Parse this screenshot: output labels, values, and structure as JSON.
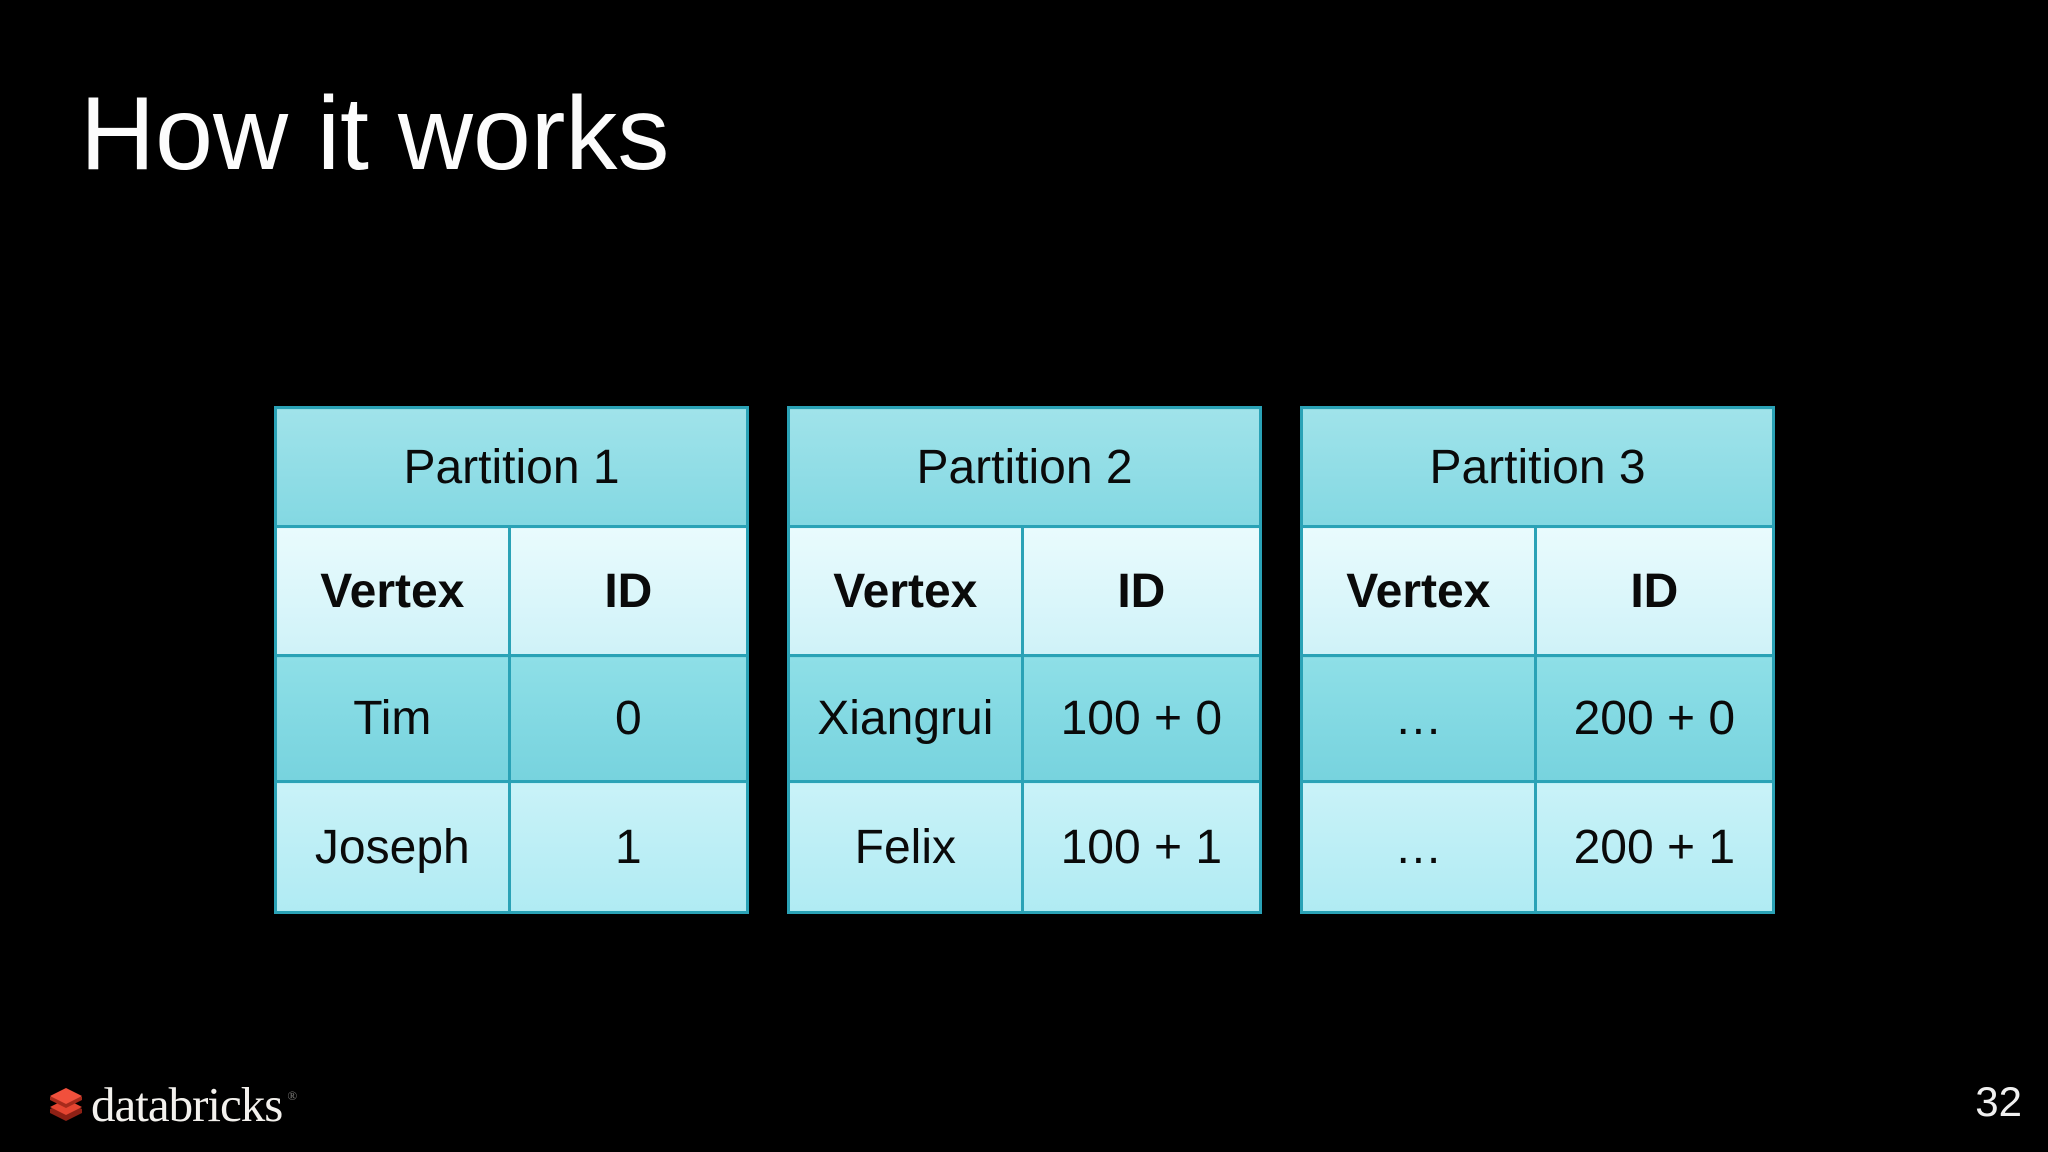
{
  "slide": {
    "title": "How it works",
    "page_number": "32"
  },
  "footer": {
    "logo_text": "databricks",
    "logo_icon": "databricks-stacked-bricks",
    "trademark": "®"
  },
  "tables": [
    {
      "title": "Partition 1",
      "columns": [
        "Vertex",
        "ID"
      ],
      "rows": [
        [
          "Tim",
          "0"
        ],
        [
          "Joseph",
          "1"
        ]
      ]
    },
    {
      "title": "Partition 2",
      "columns": [
        "Vertex",
        "ID"
      ],
      "rows": [
        [
          "Xiangrui",
          "100 + 0"
        ],
        [
          "Felix",
          "100 + 1"
        ]
      ]
    },
    {
      "title": "Partition 3",
      "columns": [
        "Vertex",
        "ID"
      ],
      "rows": [
        [
          "…",
          "200 + 0"
        ],
        [
          "…",
          "200 + 1"
        ]
      ]
    }
  ],
  "colors": {
    "background": "#000000",
    "title_text": "#fcfcfc",
    "table_text": "#0a0a0a",
    "table_border": "#2aa2b6",
    "partition_header_top": "#a0e3ea",
    "partition_header_bottom": "#83d8e2",
    "column_header_top": "#e9fbfd",
    "column_header_bottom": "#cff2f8",
    "row_dark_top": "#8edfe7",
    "row_dark_bottom": "#77d3de",
    "row_light_top": "#c9f2f8",
    "row_light_bottom": "#b0ebf3",
    "brand_red": "#ee3d2c"
  }
}
